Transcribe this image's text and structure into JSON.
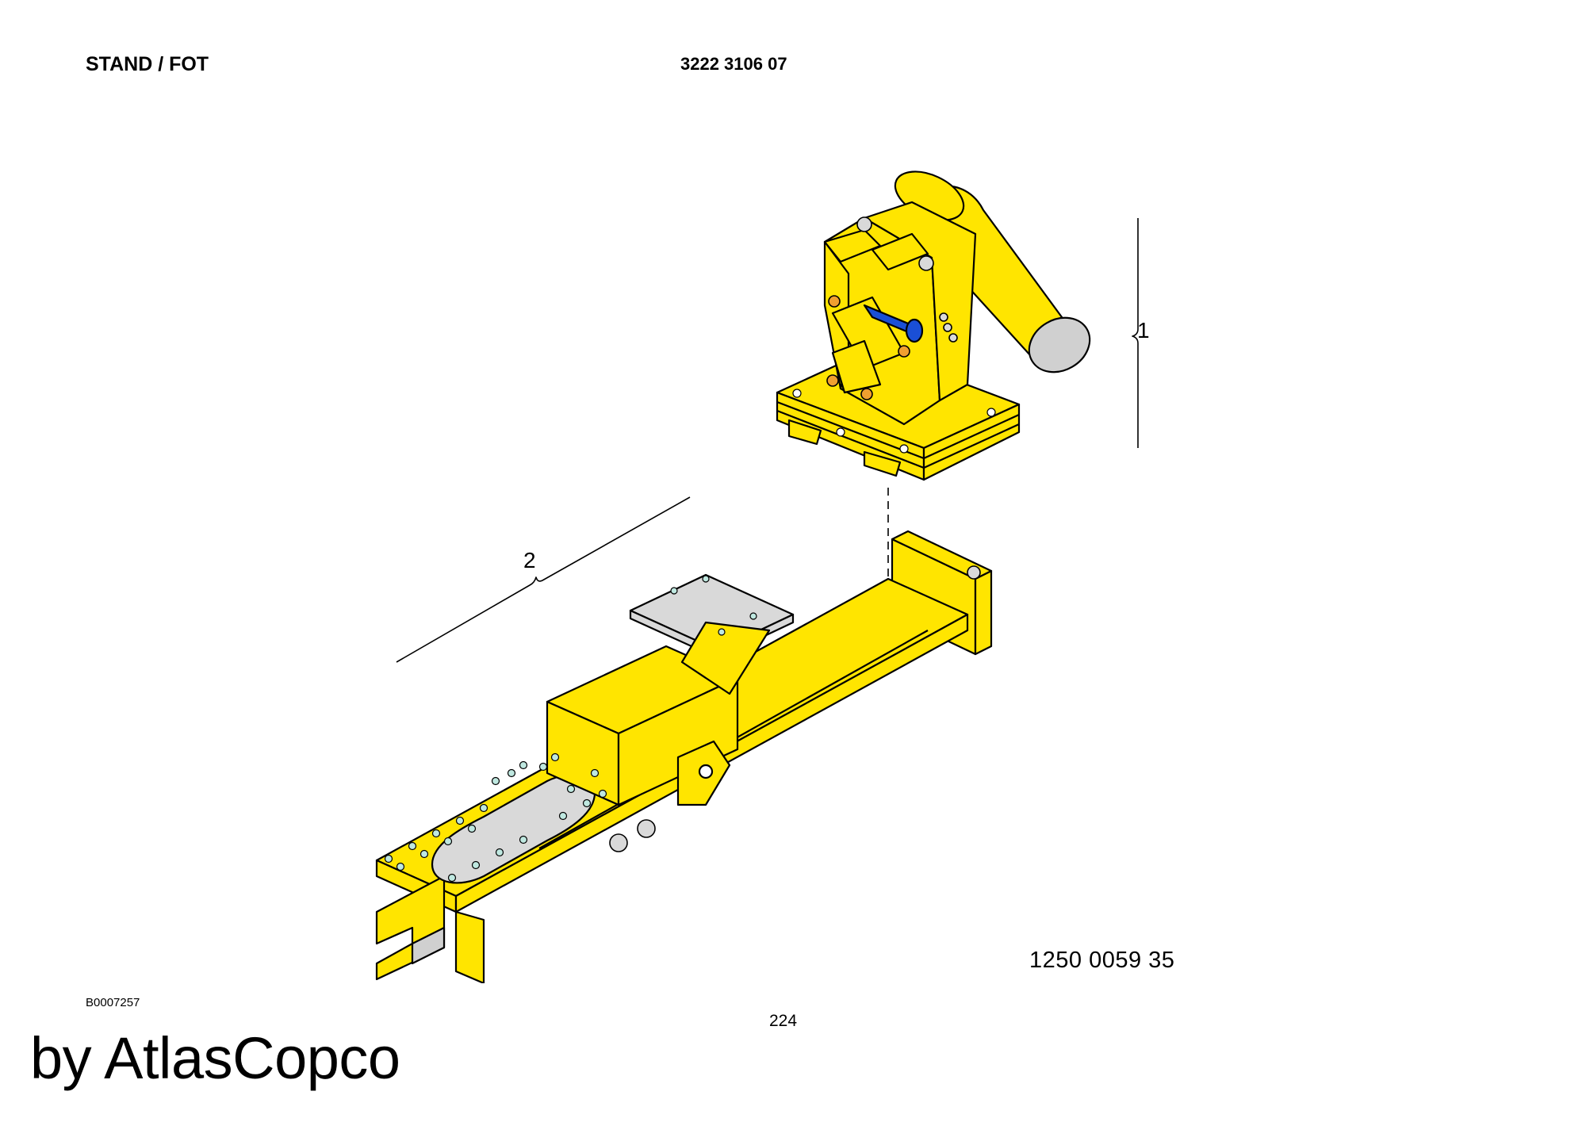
{
  "header": {
    "title": "STAND / FOT",
    "part_number": "3222 3106 07"
  },
  "figure": {
    "callouts": [
      "1",
      "2"
    ],
    "drawing_number": "1250 0059 35",
    "colors": {
      "part_yellow": "#ffe500",
      "plate_grey": "#d9d9d9",
      "accent_blue": "#1a4fd6",
      "bolt_orange": "#f0a030",
      "hole_cyan": "#bfe8e0"
    }
  },
  "footer": {
    "doc_id": "B0007257",
    "page_number": "224",
    "brand": "by AtlasCopco"
  }
}
